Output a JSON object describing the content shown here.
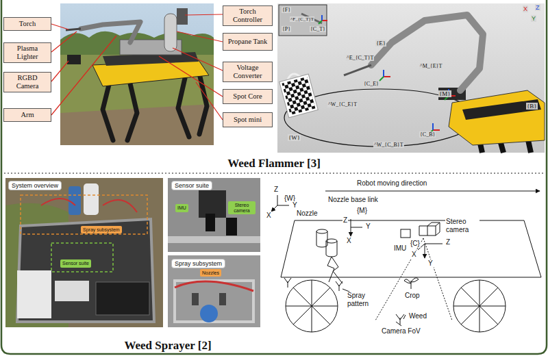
{
  "diagram": {
    "nodes": [
      {
        "text": [
          "Torch"
        ]
      },
      {
        "text": [
          "Plasma Lighter"
        ]
      },
      {
        "text": [
          "RGBD Camera"
        ]
      },
      {
        "text": [
          "Arm"
        ]
      },
      {
        "text": [
          "Torch Controller"
        ]
      },
      {
        "text": [
          "Propane Tank"
        ]
      },
      {
        "text": [
          "Voltage Converter"
        ]
      },
      {
        "text": [
          "Spot Core"
        ]
      },
      {
        "text": [
          "Spot mini"
        ]
      },
      {
        "text": [
          "System overview"
        ]
      },
      {
        "text": [
          "Spray subsystem"
        ]
      },
      {
        "text": [
          "Sensor suite"
        ]
      },
      {
        "text": [
          "Sensor suite"
        ]
      },
      {
        "text": [
          "IMU"
        ]
      },
      {
        "text": [
          "Stereo camera"
        ]
      },
      {
        "text": [
          "Spray subsystem"
        ]
      },
      {
        "text": [
          "Nozzles"
        ]
      }
    ],
    "labels": [
      "{F}",
      "{P}",
      "^F_{C_T}T",
      "{C_T}",
      "{E}",
      "^E_{C_T}T",
      "^M_{E}T",
      "{M}",
      "{C_E}",
      "^W_{C_E}T",
      "{W}",
      "{C_B}",
      "^W_{C_B}T",
      "{B}",
      "X",
      "Z",
      "Y",
      "Weed Flammer [3]",
      "Robot moving direction",
      "{W}",
      "Z",
      "Y",
      "X",
      "Nozzle base link",
      "Nozzle",
      "{M}",
      "Z",
      "Y",
      "X",
      "IMU",
      "Stereo camera",
      "Z",
      "X",
      "Y",
      "{C}",
      "Spray pattern",
      "Crop",
      "Weed",
      "Camera FoV",
      "Weed Sprayer [2]"
    ]
  }
}
